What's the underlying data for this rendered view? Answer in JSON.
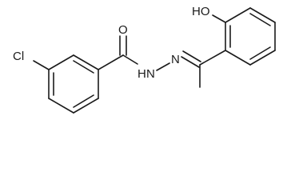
{
  "molecule": {
    "atom_labels": {
      "chlorine": "Cl",
      "carbonyl_oxygen": "O",
      "amide_nitrogen": "N",
      "amide_hydrogen": "H",
      "imine_nitrogen": "N",
      "hydroxyl": "HO"
    }
  }
}
